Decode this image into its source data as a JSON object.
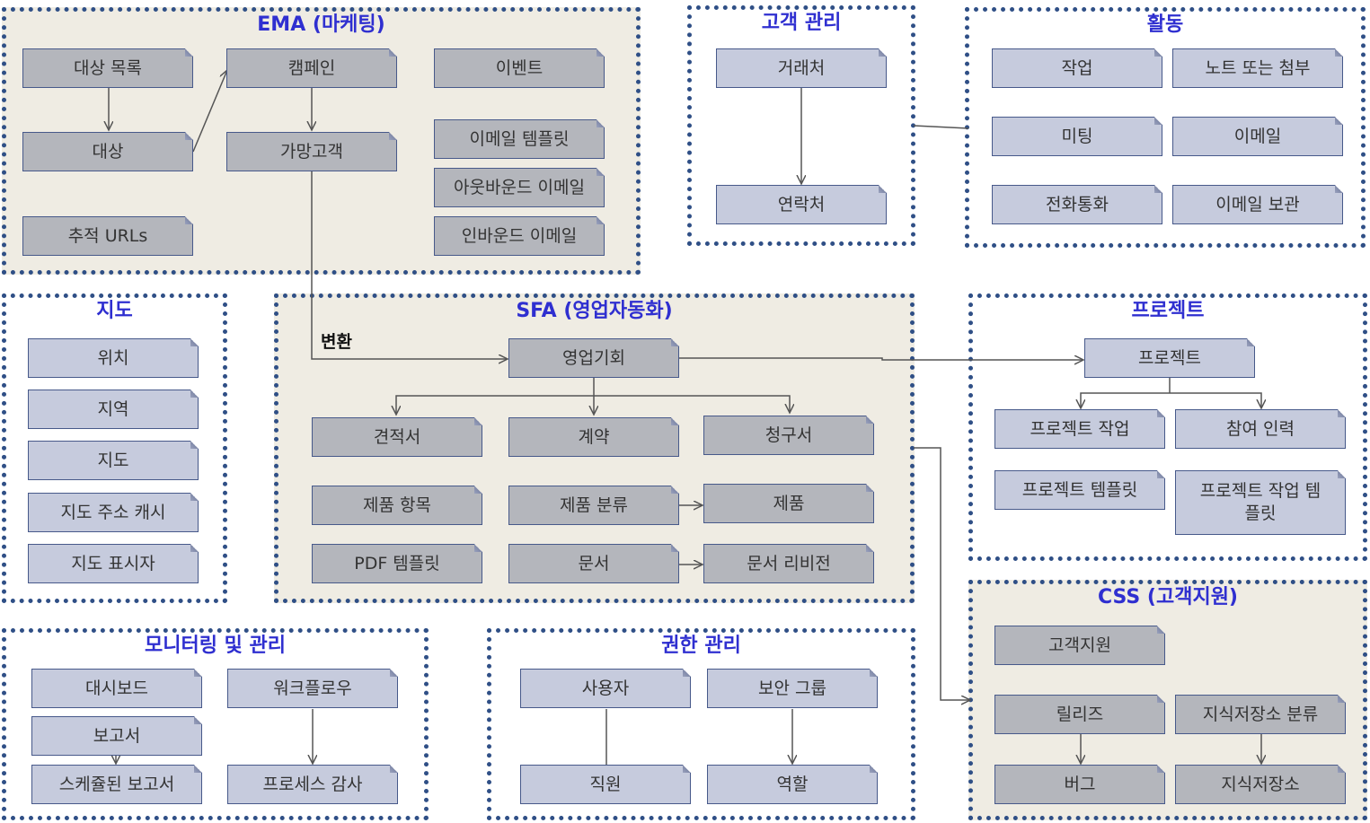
{
  "groups": {
    "ema": "EMA (마케팅)",
    "account_mgmt": "고객 관리",
    "activity": "활동",
    "map": "지도",
    "sfa": "SFA (영업자동화)",
    "project": "프로젝트",
    "css": "CSS (고객지원)",
    "monitoring": "모니터링 및 관리",
    "permissions": "권한 관리"
  },
  "ema": {
    "target_list": "대상 목록",
    "campaign": "캠페인",
    "event": "이벤트",
    "target": "대상",
    "prospect": "가망고객",
    "email_template": "이메일 템플릿",
    "outbound_email": "아웃바운드 이메일",
    "tracking_urls": "추적 URLs",
    "inbound_email": "인바운드 이메일"
  },
  "account_mgmt": {
    "account": "거래처",
    "contact": "연락처"
  },
  "activity": {
    "task": "작업",
    "note": "노트 또는 첨부",
    "meeting": "미팅",
    "email": "이메일",
    "call": "전화통화",
    "email_archive": "이메일 보관"
  },
  "map": {
    "location": "위치",
    "area": "지역",
    "map": "지도",
    "address_cache": "지도 주소 캐시",
    "marker": "지도 표시자"
  },
  "sfa": {
    "convert_label": "변환",
    "opportunity": "영업기회",
    "quote": "견적서",
    "contract": "계약",
    "invoice": "청구서",
    "product_item": "제품 항목",
    "product_category": "제품 분류",
    "product": "제품",
    "pdf_template": "PDF 템플릿",
    "document": "문서",
    "document_revision": "문서 리비전"
  },
  "project": {
    "project": "프로젝트",
    "project_task": "프로젝트 작업",
    "resource": "참여 인력",
    "project_template": "프로젝트 템플릿",
    "project_task_template": "프로젝트 작업 템플릿"
  },
  "css": {
    "case": "고객지원",
    "release": "릴리즈",
    "kb_category": "지식저장소 분류",
    "bug": "버그",
    "kb": "지식저장소"
  },
  "monitoring": {
    "dashboard": "대시보드",
    "workflow": "워크플로우",
    "report": "보고서",
    "scheduled_report": "스케쥴된 보고서",
    "process_audit": "프로세스 감사"
  },
  "permissions": {
    "user": "사용자",
    "security_group": "보안 그룹",
    "employee": "직원",
    "role": "역할"
  },
  "colors": {
    "title": "#2f2fd0",
    "border": "#2f4f86",
    "shaded_bg": "#efece3",
    "grey_box": "#b4b6bc",
    "blue_box": "#c6cbdd"
  }
}
